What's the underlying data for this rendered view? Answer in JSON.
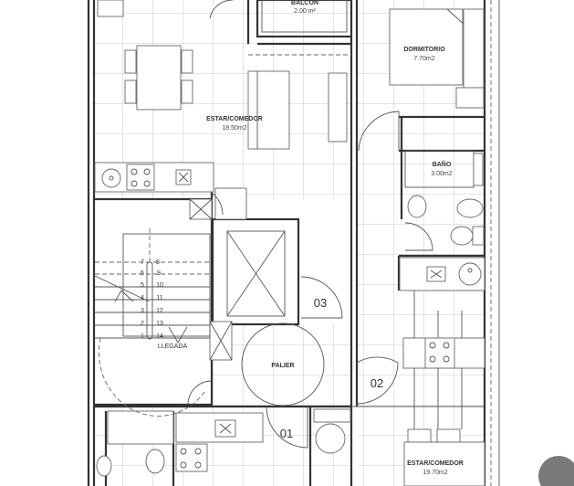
{
  "rooms": {
    "balcon": {
      "name": "BALCON",
      "area": "2.00 m²"
    },
    "estar_left": {
      "name": "ESTAR/COMEDOR",
      "area": "18.50m2"
    },
    "dormitorio": {
      "name": "DORMITORIO",
      "area": "7.70m2"
    },
    "bano": {
      "name": "BAÑO",
      "area": "3.00m2"
    },
    "palier": {
      "name": "PALIER"
    },
    "estar_right": {
      "name": "ESTAR/COMEDOR",
      "area": "19.70m2"
    }
  },
  "unit_numbers": {
    "u01": "01",
    "u02": "02",
    "u03": "03"
  },
  "stairs": {
    "left_steps": [
      "7",
      "6",
      "5",
      "4",
      "3",
      "2",
      "1"
    ],
    "right_steps": [
      "8",
      "9",
      "10",
      "11",
      "12",
      "13",
      "14"
    ],
    "arrival_label": "LLEGADA"
  },
  "colors": {
    "walls": "#333333",
    "grid": "#bdbdbd",
    "overlay_circle": "#7a7a7a"
  }
}
